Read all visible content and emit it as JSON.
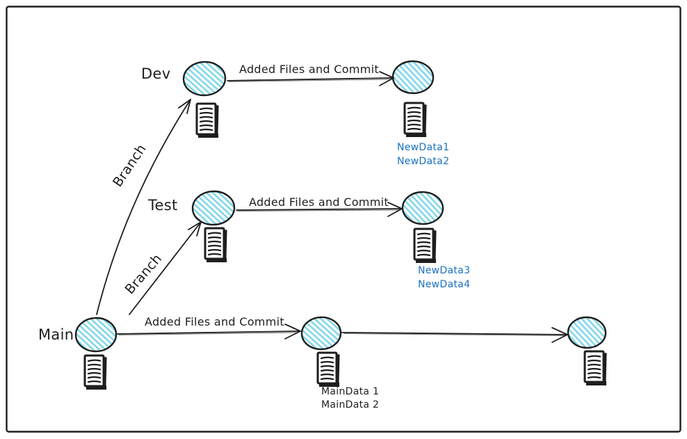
{
  "app": {
    "kind": "hand-drawn whiteboard sketch",
    "background": "#ffffff"
  },
  "colors": {
    "ink": "#1e1e1e",
    "node_hatch": "#7bd6e8",
    "blue_text": "#1971c2"
  },
  "diagram": {
    "type": "git-branching-flow",
    "branches": [
      {
        "name": "Dev",
        "edge_label": "Added Files and Commit",
        "new_files": [
          "NewData1",
          "NewData2"
        ]
      },
      {
        "name": "Test",
        "edge_label": "Added Files and Commit",
        "new_files": [
          "NewData3",
          "NewData4"
        ]
      },
      {
        "name": "Main",
        "edge_label": "Added Files and Commit",
        "new_files": [
          "MainData 1",
          "MainData 2"
        ]
      }
    ],
    "branch_edges": [
      {
        "label": "Branch",
        "from": "Main",
        "to": "Dev"
      },
      {
        "label": "Branch",
        "from": "Main",
        "to": "Test"
      }
    ]
  }
}
